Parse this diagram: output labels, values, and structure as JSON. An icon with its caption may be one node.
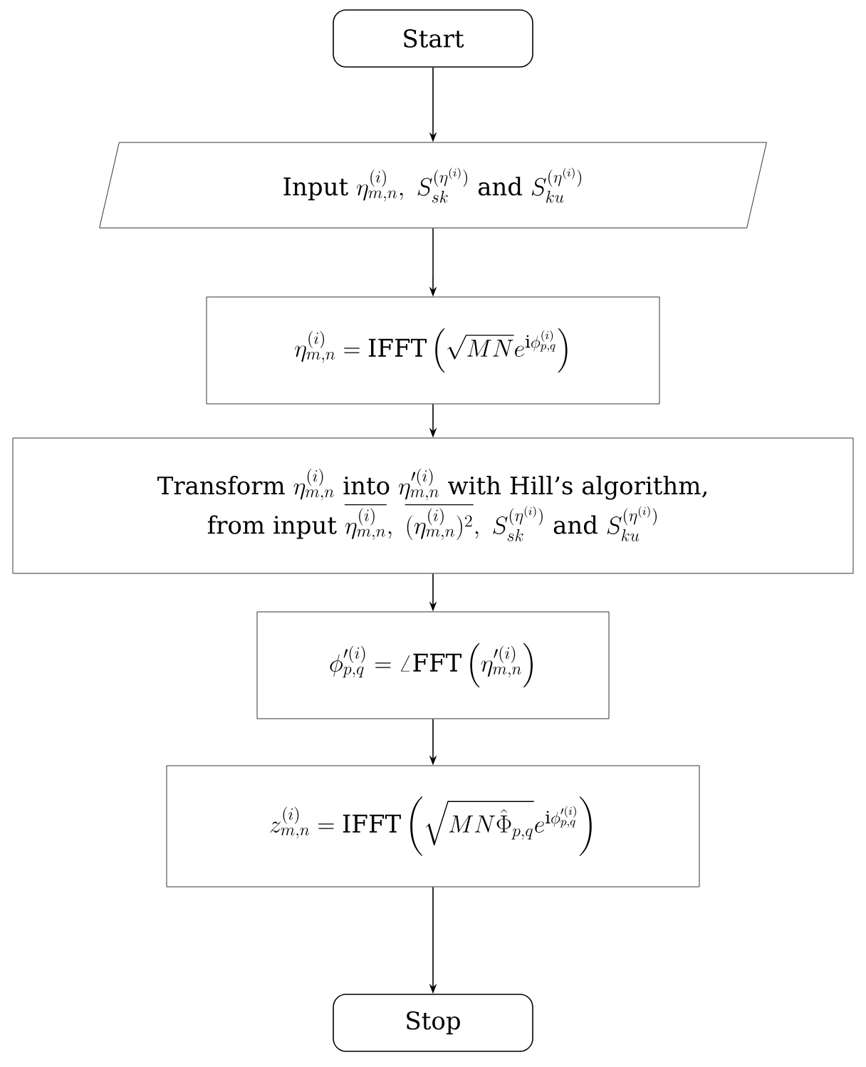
{
  "diagram": {
    "nodes": [
      {
        "text": [
          "Start"
        ]
      },
      {
        "text": [
          "\\text{Input } \\eta^{(i)}_{m,n},\\ S^{(\\eta^{(i)})}_{sk} \\text{ and } S^{(\\eta^{(i)})}_{ku}"
        ]
      },
      {
        "text": [
          "\\eta^{(i)}_{m,n} = \\mathrm{IFFT}\\left(\\sqrt{MN}e^{\\mathrm{i}\\phi^{(i)}_{p,q}}\\right)"
        ]
      },
      {
        "text": [
          "\\begin{array}{c}\\text{Transform } \\eta^{(i)}_{m,n} \\text{ into } \\eta'^{(i)}_{m,n} \\text{ with Hill's algorithm,}\\\\ \\text{from input } \\overline{\\eta^{(i)}_{m,n}},\\ \\overline{(\\eta^{(i)}_{m,n})^2},\\ S^{(\\eta^{(i)})}_{sk} \\text{ and } S^{(\\eta^{(i)})}_{ku}\\end{array}"
        ]
      },
      {
        "text": [
          "\\phi'^{(i)}_{p,q} = \\angle\\mathrm{FFT}\\left(\\eta'^{(i)}_{m,n}\\right)"
        ]
      },
      {
        "text": [
          "z^{(i)}_{m,n} = \\mathrm{IFFT}\\left(\\sqrt{MN\\hat{\\Phi}_{p,q}}e^{\\mathrm{i}\\phi'^{(i)}_{p,q}}\\right)"
        ]
      },
      {
        "text": [
          "Stop"
        ]
      }
    ],
    "edges": [
      {
        "from": 0,
        "to": 1,
        "arrow": "to"
      },
      {
        "from": 1,
        "to": 2,
        "arrow": "to"
      },
      {
        "from": 2,
        "to": 3,
        "arrow": "to"
      },
      {
        "from": 3,
        "to": 4,
        "arrow": "to"
      },
      {
        "from": 4,
        "to": 5,
        "arrow": "to"
      },
      {
        "from": 5,
        "to": 6,
        "arrow": "to"
      }
    ]
  }
}
